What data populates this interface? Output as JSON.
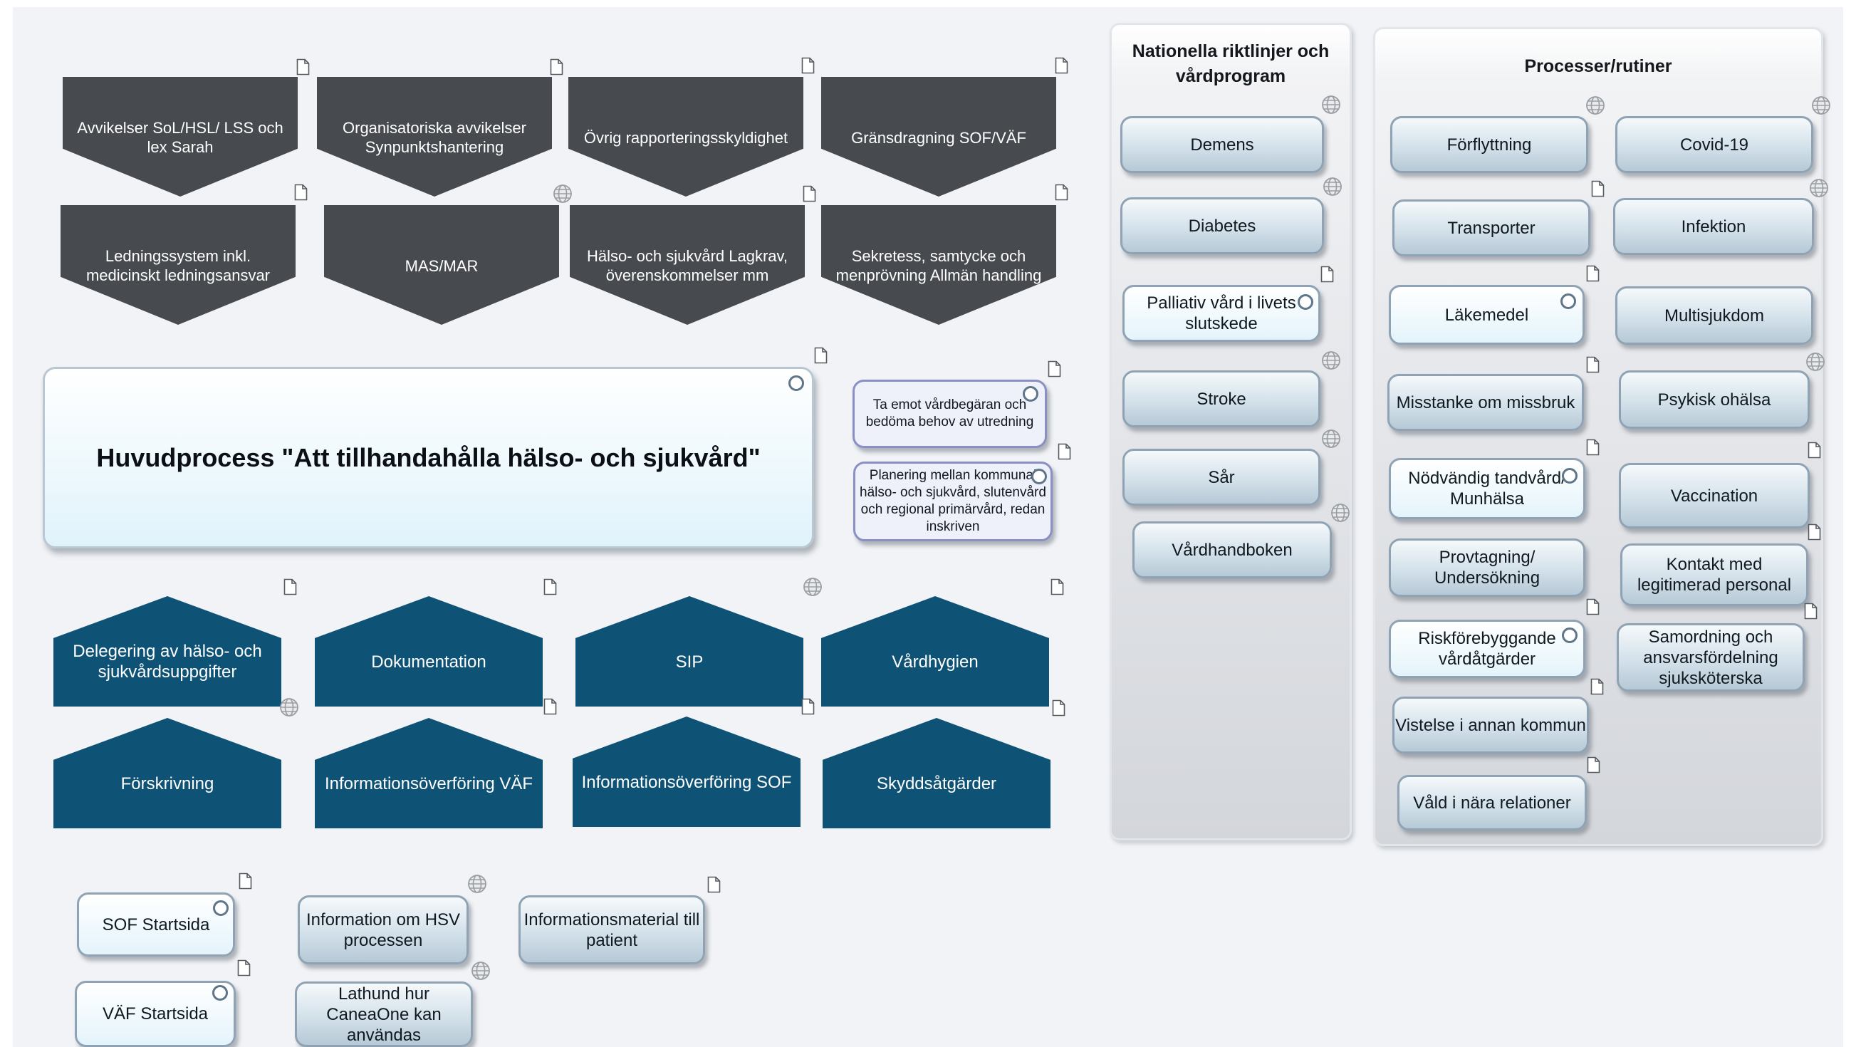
{
  "deviation_shapes": [
    {
      "label": "Avvikelser SoL/HSL/ LSS och lex Sarah",
      "icon": "document-icon"
    },
    {
      "label": "Organisatoriska avvikelser Synpunktshantering",
      "icon": "document-icon"
    },
    {
      "label": "Övrig rapporteringsskyldighet",
      "icon": "document-icon"
    },
    {
      "label": "Gränsdragning SOF/VÄF",
      "icon": "document-icon"
    },
    {
      "label": "Ledningssystem inkl. medicinskt ledningsansvar",
      "icon": "document-icon"
    },
    {
      "label": "MAS/MAR",
      "icon": "globe-icon"
    },
    {
      "label": "Hälso- och sjukvård Lagkrav, överenskommelser mm",
      "icon": "document-icon"
    },
    {
      "label": "Sekretess, samtycke och menprövning Allmän handling",
      "icon": "document-icon"
    }
  ],
  "main_process": {
    "title": "Huvudprocess \"Att tillhandahålla hälso- och sjukvård\""
  },
  "process_steps": [
    {
      "label": "Ta emot vårdbegäran och bedöma behov av utredning"
    },
    {
      "label": "Planering mellan kommunal hälso- och sjukvård, slutenvård och regional primärvård, redan inskriven"
    }
  ],
  "care_areas": [
    {
      "label": "Delegering av hälso- och sjukvårdsuppgifter"
    },
    {
      "label": "Dokumentation"
    },
    {
      "label": "SIP"
    },
    {
      "label": "Vårdhygien"
    },
    {
      "label": "Förskrivning"
    },
    {
      "label": "Informationsöverföring VÄF"
    },
    {
      "label": "Informationsöverföring SOF"
    },
    {
      "label": "Skyddsåtgärder"
    }
  ],
  "bottom_links": [
    {
      "label": "SOF Startsida"
    },
    {
      "label": "VÄF Startsida"
    },
    {
      "label": "Information om HSV processen"
    },
    {
      "label": "Lathund hur CaneaOne kan användas"
    },
    {
      "label": "Informationsmaterial till patient"
    }
  ],
  "guidelines_panel": {
    "title": "Nationella riktlinjer och vårdprogram",
    "items": [
      "Demens",
      "Diabetes",
      "Palliativ vård i livets slutskede",
      "Stroke",
      "Sår",
      "Vårdhandboken"
    ]
  },
  "routines_panel": {
    "title": "Processer/rutiner",
    "left_items": [
      "Förflyttning",
      "Transporter",
      "Läkemedel",
      "Misstanke om missbruk",
      "Nödvändig tandvård/ Munhälsa",
      "Provtagning/ Undersökning",
      "Riskförebyggande vårdåtgärder",
      "Vistelse i annan kommun",
      "Våld i nära relationer"
    ],
    "right_items": [
      "Covid-19",
      "Infektion",
      "Multisjukdom",
      "Psykisk ohälsa",
      "Vaccination",
      "Kontakt med legitimerad personal",
      "Samordning och ansvarsfördelning sjuksköterska"
    ]
  },
  "colors": {
    "dark_shape": "#474a4f",
    "teal_shape": "#0e5276",
    "background": "#f1f3f6"
  }
}
